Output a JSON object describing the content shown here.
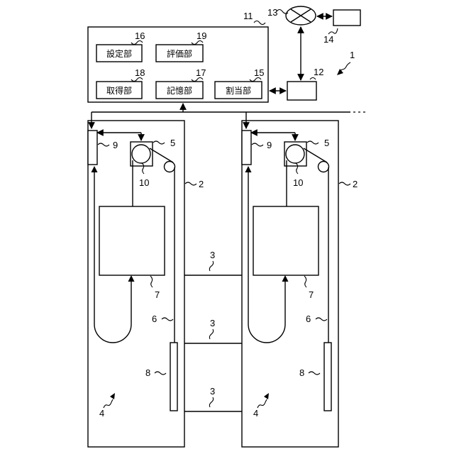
{
  "units": {
    "setting": "設定部",
    "evaluation": "評価部",
    "acquisition": "取得部",
    "storage": "記憶部",
    "allocation": "割当部"
  },
  "refs": {
    "system": "1",
    "hoistway": "2",
    "floor": "3",
    "pit": "4",
    "hoist": "5",
    "rope": "6",
    "car": "7",
    "counterweight": "8",
    "control": "9",
    "sheave": "10",
    "group_controller": "11",
    "interface": "12",
    "network": "13",
    "terminal": "14",
    "allocation": "15",
    "setting": "16",
    "storage": "17",
    "acquisition": "18",
    "evaluation": "19"
  }
}
